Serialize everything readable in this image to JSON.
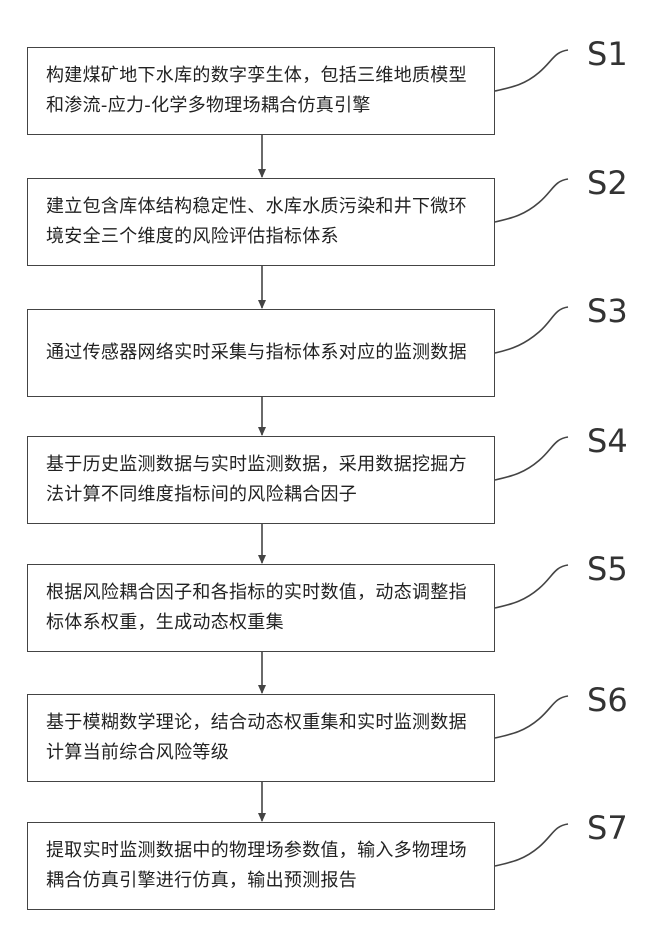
{
  "steps": [
    {
      "label": "S1",
      "text": "构建煤矿地下水库的数字孪生体，包括三维地质模型和渗流-应力-化学多物理场耦合仿真引擎"
    },
    {
      "label": "S2",
      "text": "建立包含库体结构稳定性、水库水质污染和井下微环境安全三个维度的风险评估指标体系"
    },
    {
      "label": "S3",
      "text": "通过传感器网络实时采集与指标体系对应的监测数据"
    },
    {
      "label": "S4",
      "text": "基于历史监测数据与实时监测数据，采用数据挖掘方法计算不同维度指标间的风险耦合因子"
    },
    {
      "label": "S5",
      "text": "根据风险耦合因子和各指标的实时数值，动态调整指标体系权重，生成动态权重集"
    },
    {
      "label": "S6",
      "text": "基于模糊数学理论，结合动态权重集和实时监测数据计算当前综合风险等级"
    },
    {
      "label": "S7",
      "text": "提取实时监测数据中的物理场参数值，输入多物理场耦合仿真引擎进行仿真，输出预测报告"
    }
  ],
  "colors": {
    "line": "#444444",
    "text": "#222222"
  }
}
